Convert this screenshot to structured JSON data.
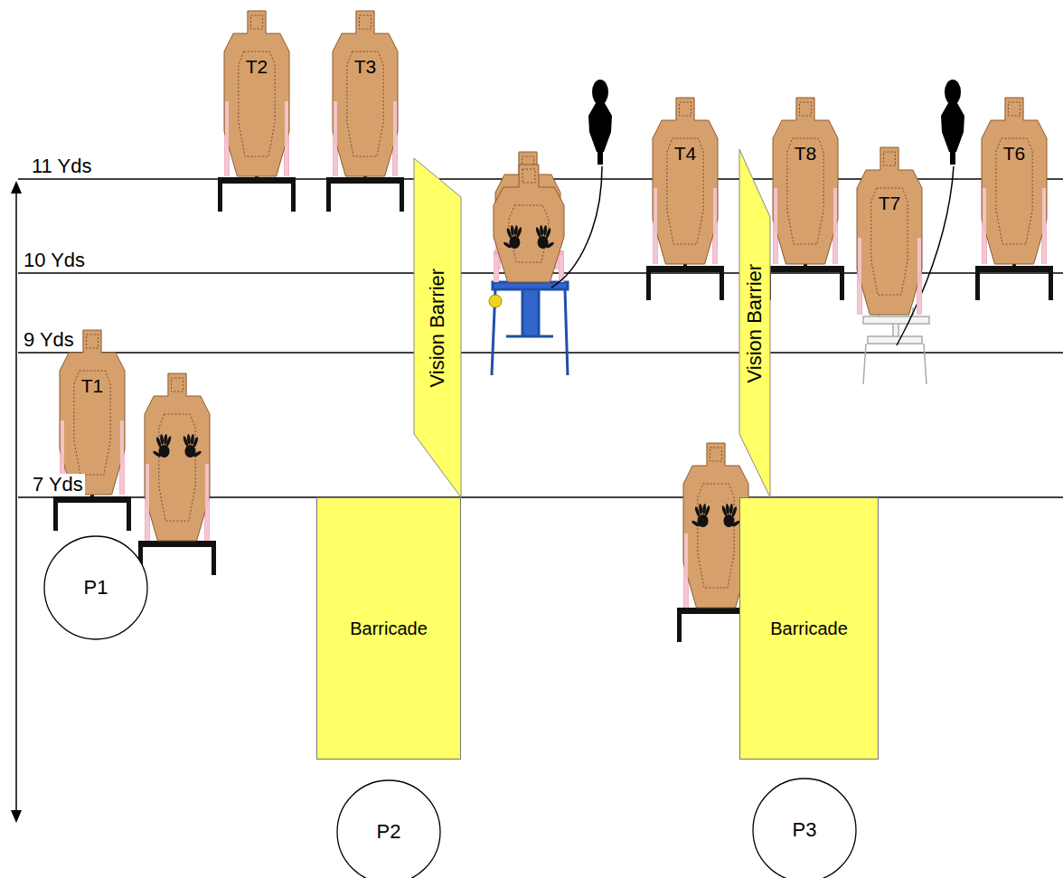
{
  "diagram": {
    "nodes": [
      {
        "text": [
          "T2"
        ]
      },
      {
        "text": [
          "T3"
        ]
      },
      {
        "text": [
          "T4"
        ]
      },
      {
        "text": [
          "T8"
        ]
      },
      {
        "text": [
          "T6"
        ]
      },
      {
        "text": [
          "T7"
        ]
      },
      {
        "text": [
          "Vision Barrier"
        ]
      },
      {
        "text": [
          "Vision Barrier"
        ]
      },
      {
        "text": [
          "T1"
        ]
      },
      {
        "text": [
          "Barricade"
        ]
      },
      {
        "text": [
          "Barricade"
        ]
      },
      {
        "text": [
          "P1"
        ]
      },
      {
        "text": [
          "P2"
        ]
      },
      {
        "text": [
          "P3"
        ]
      }
    ],
    "labels": [
      "11 Yds",
      "10 Yds",
      "9 Yds",
      "7 Yds"
    ]
  }
}
